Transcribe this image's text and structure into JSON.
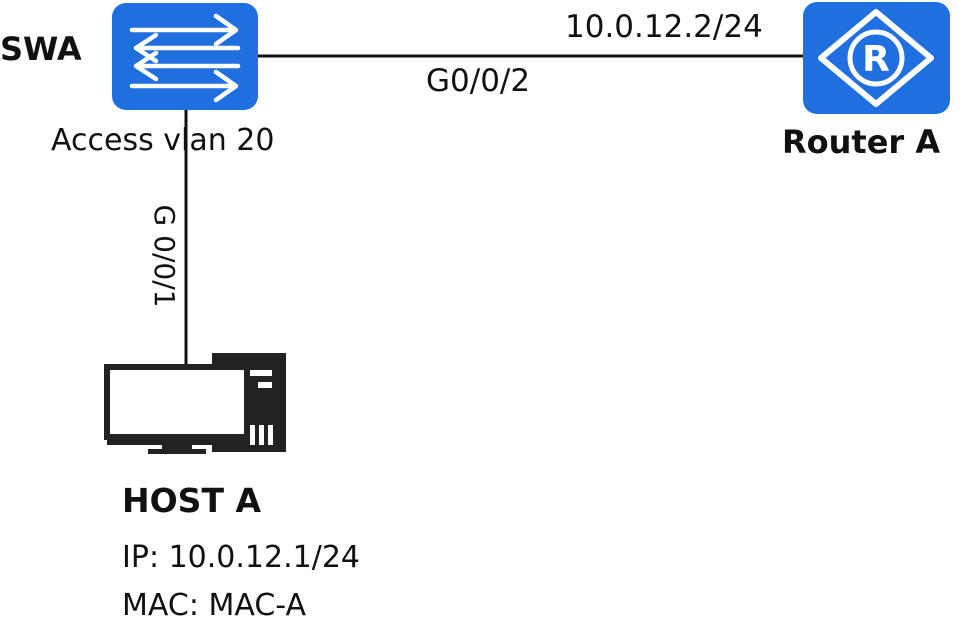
{
  "switch": {
    "name": "SWA",
    "port_mode": "Access vlan 20",
    "icon": "switch-icon"
  },
  "links": {
    "switch_to_router_port": "G0/0/2",
    "switch_to_host_port": "G 0/0/1"
  },
  "router": {
    "name": "Router A",
    "ip": "10.0.12.2/24",
    "icon": "router-icon"
  },
  "host": {
    "name": "HOST A",
    "ip_line": "IP:  10.0.12.1/24",
    "mac_line": "MAC: MAC-A",
    "icon": "computer-icon"
  },
  "colors": {
    "device_blue": "#1f6fe0",
    "line": "#111111",
    "icon_dark": "#222222"
  }
}
